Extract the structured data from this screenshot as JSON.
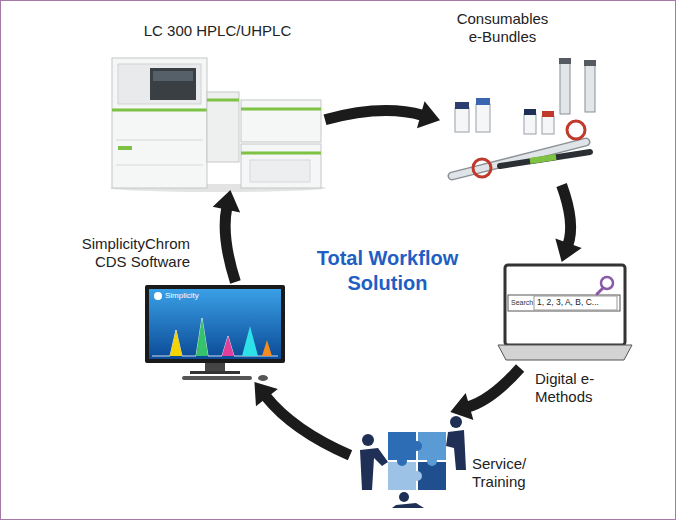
{
  "diagram": {
    "title": "Total Workflow Solution",
    "nodes": [
      {
        "text": [
          "LC 300 HPLC/UHPLC"
        ]
      },
      {
        "text": [
          "Consumables e-Bundles"
        ]
      },
      {
        "text": [
          "Digital e-Methods"
        ]
      },
      {
        "text": [
          "Service/ Training"
        ]
      },
      {
        "text": [
          "SimplicityChrom CDS Software"
        ]
      }
    ],
    "edges": [
      {
        "from": 0,
        "to": 1,
        "arrow": "to"
      },
      {
        "from": 1,
        "to": 2,
        "arrow": "to"
      },
      {
        "from": 2,
        "to": 3,
        "arrow": "to"
      },
      {
        "from": 3,
        "to": 4,
        "arrow": "to"
      },
      {
        "from": 4,
        "to": 0,
        "arrow": "to"
      }
    ],
    "labels": [
      "Simplicity",
      "Search",
      "1, 2, 3, A, B, C..."
    ]
  }
}
